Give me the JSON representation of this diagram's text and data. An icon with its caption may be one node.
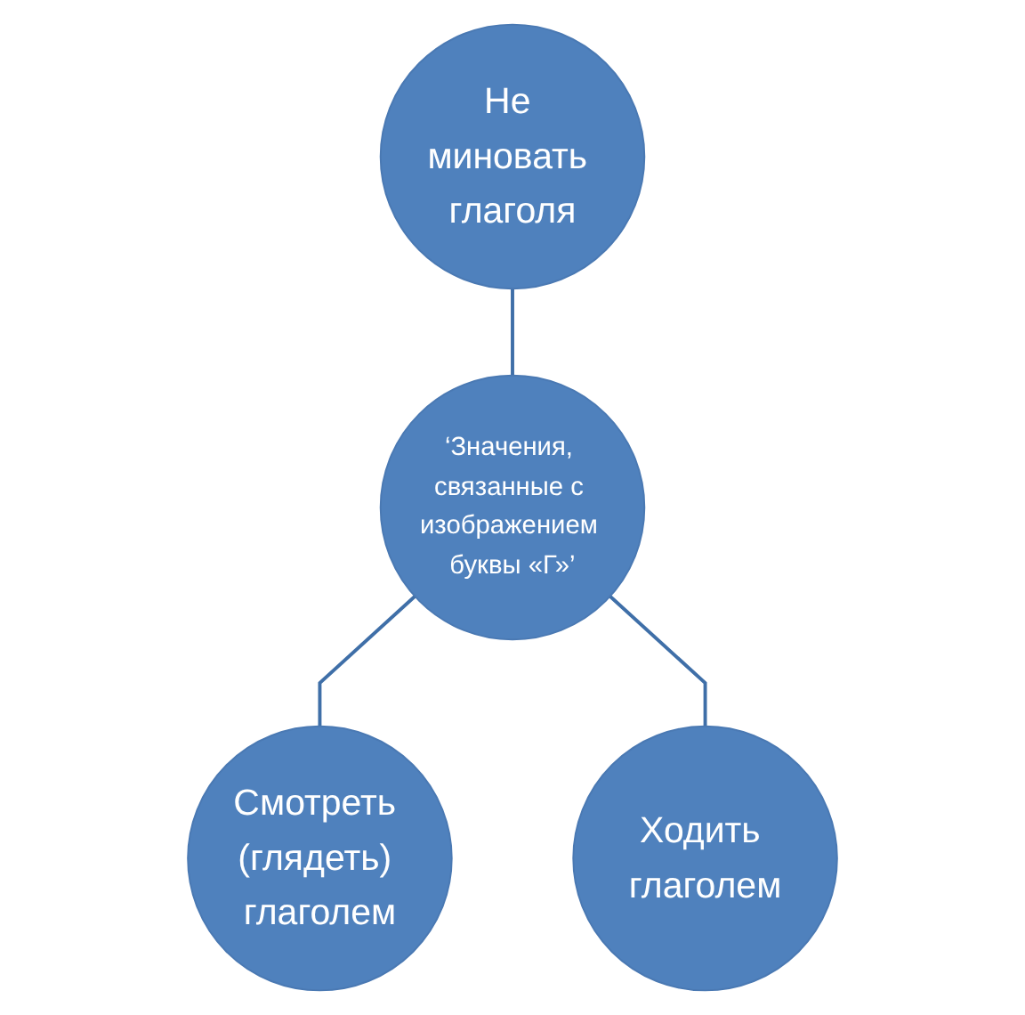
{
  "diagram": {
    "nodes": [
      {
        "text": [
          "Не миновать глаголя"
        ]
      },
      {
        "text": [
          "‘Значения, связанные с изображением буквы «Г»’"
        ]
      },
      {
        "text": [
          "Смотреть (глядеть) глаголем"
        ]
      },
      {
        "text": [
          "Ходить глаголем"
        ]
      }
    ],
    "edges": [
      {
        "from": 0,
        "to": 1,
        "arrow": "none"
      },
      {
        "from": 1,
        "to": 2,
        "arrow": "none"
      },
      {
        "from": 1,
        "to": 3,
        "arrow": "none"
      }
    ]
  }
}
